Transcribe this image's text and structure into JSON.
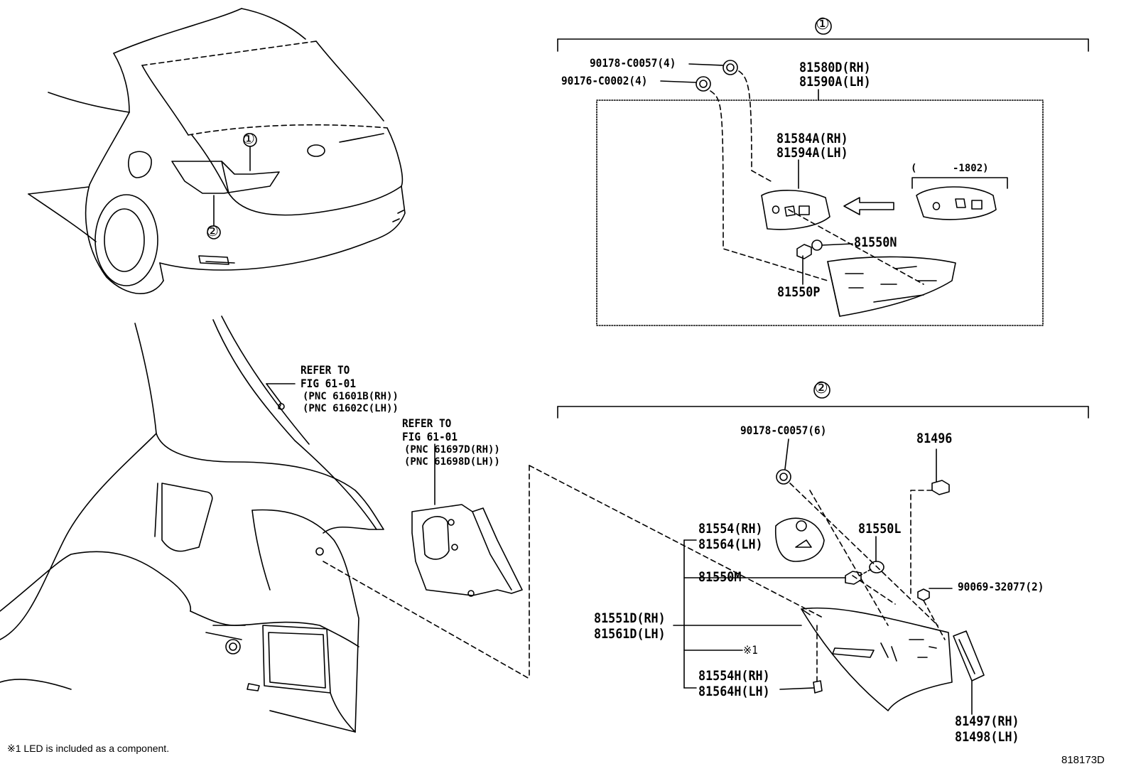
{
  "callouts": {
    "group1": "①",
    "group2": "②",
    "car_callout_1": "①",
    "car_callout_2": "②"
  },
  "group1": {
    "part_clip_a": "90178-C0057(4)",
    "part_clip_b": "90176-C0002(4)",
    "lamp_assy_rh": "81580D(RH)",
    "lamp_assy_lh": "81590A(LH)",
    "gasket_rh": "81584A(RH)",
    "gasket_lh": "81594A(LH)",
    "old_gasket_range": "(      -1802)",
    "bulb_n": "81550N",
    "socket_p": "81550P"
  },
  "refer_a": {
    "line1": "REFER TO",
    "line2": "FIG 61-01",
    "line3": "(PNC 61601B(RH))",
    "line4": "(PNC 61602C(LH))"
  },
  "refer_b": {
    "line1": "REFER TO",
    "line2": "FIG 61-01",
    "line3": "(PNC 61697D(RH))",
    "line4": "(PNC 61698D(LH))"
  },
  "group2": {
    "part_clip": "90178-C0057(6)",
    "part_81496": "81496",
    "gasket_rh": "81554(RH)",
    "gasket_lh": "81564(LH)",
    "bulb_l": "81550L",
    "socket_m": "81550M",
    "screw": "90069-32077(2)",
    "lamp_assy_rh": "81551D(RH)",
    "lamp_assy_lh": "81561D(LH)",
    "led_mark": "※1",
    "gasket_h_rh": "81554H(RH)",
    "gasket_h_lh": "81564H(LH)",
    "cover_rh": "81497(RH)",
    "cover_lh": "81498(LH)"
  },
  "footnote": "※1 LED is included as a component.",
  "figure_id": "818173D"
}
